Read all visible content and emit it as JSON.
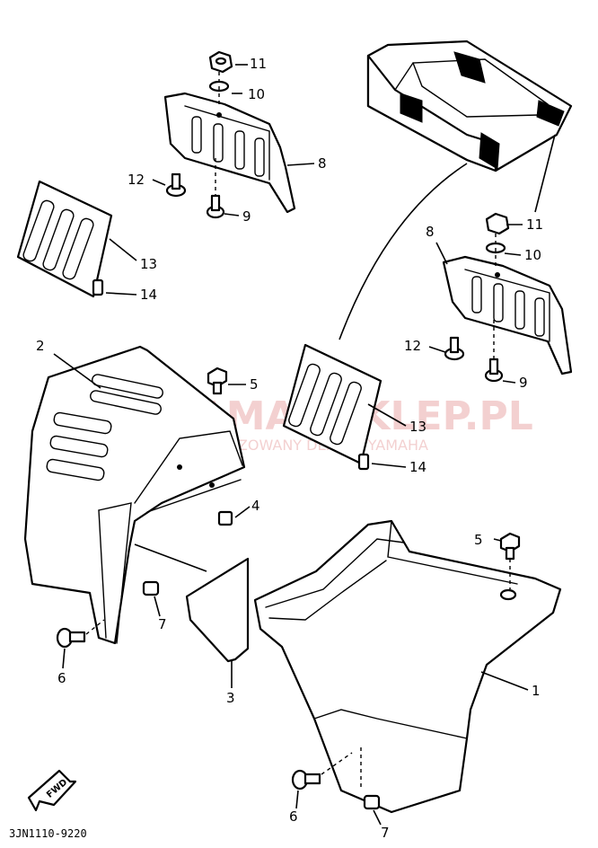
{
  "diagram": {
    "code": "3JN1110-9220",
    "watermark": {
      "brand": "YAMAHAKLEP.PL",
      "subtitle": "AUTORYZOWANY DEALER YAMAHA",
      "color": "#d03030"
    },
    "fwd_label": "FWD",
    "callouts": {
      "c1": "1",
      "c2": "2",
      "c3": "3",
      "c4": "4",
      "c5a": "5",
      "c5b": "5",
      "c6a": "6",
      "c6b": "6",
      "c7a": "7",
      "c7b": "7",
      "c8a": "8",
      "c8b": "8",
      "c9a": "9",
      "c9b": "9",
      "c10a": "10",
      "c10b": "10",
      "c11a": "11",
      "c11b": "11",
      "c12a": "12",
      "c12b": "12",
      "c13a": "13",
      "c13b": "13",
      "c14a": "14",
      "c14b": "14"
    }
  }
}
